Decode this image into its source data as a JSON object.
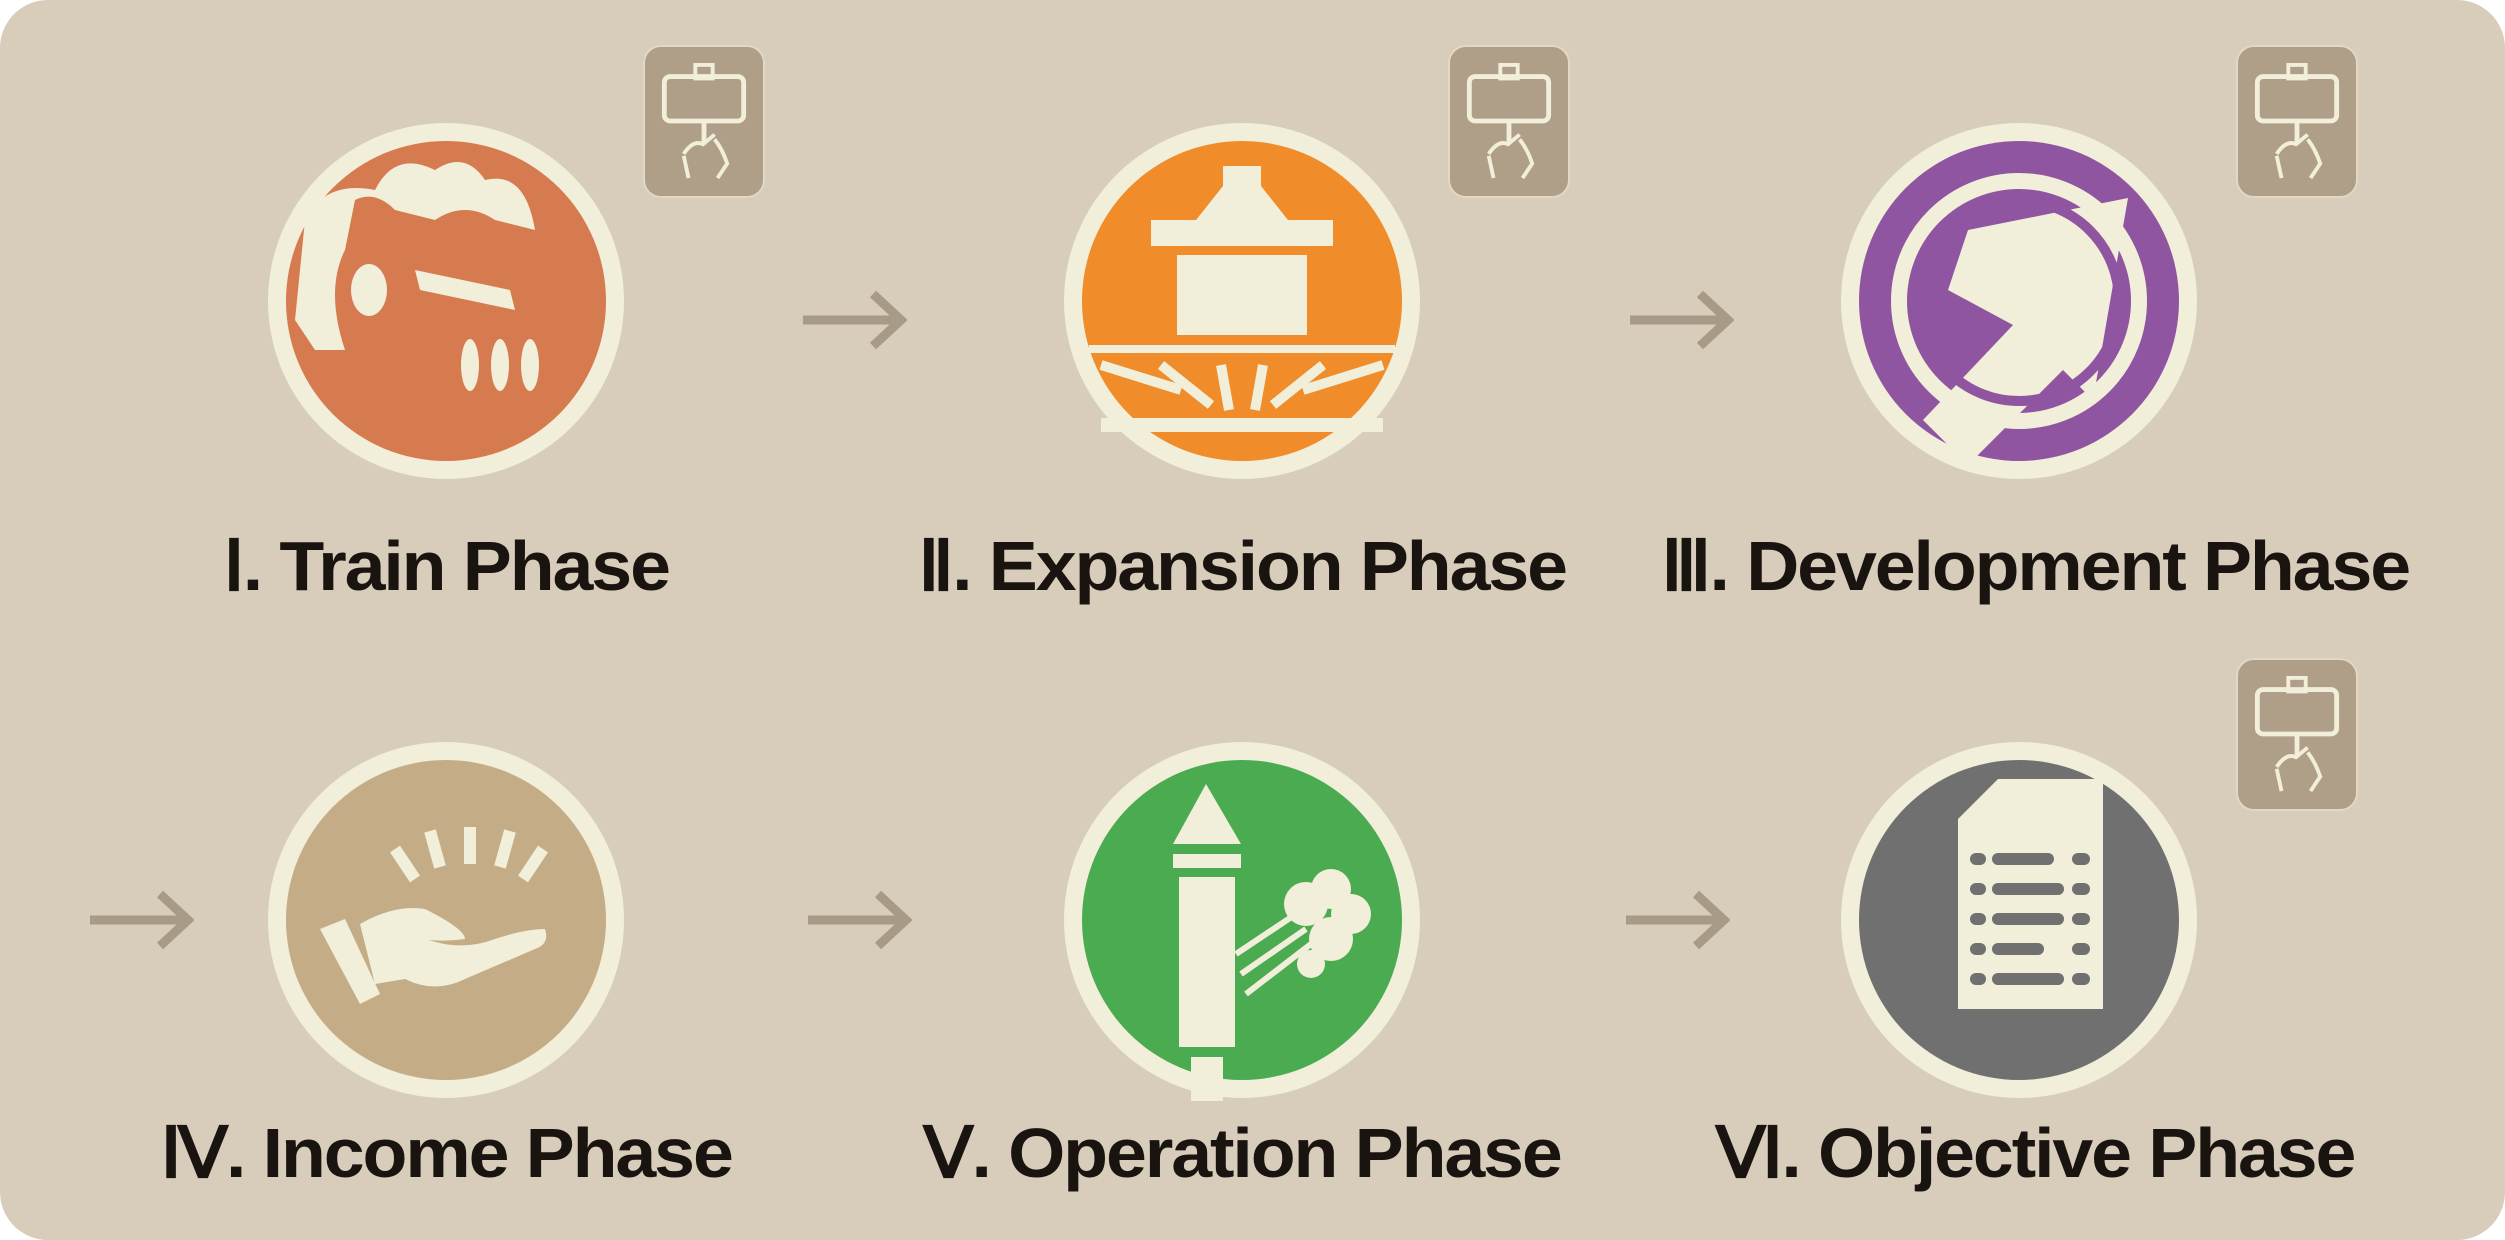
{
  "phases": [
    {
      "label": "Ⅰ. Train Phase",
      "color": "#d67a50",
      "icon": "train-icon",
      "has_badge": true
    },
    {
      "label": "Ⅱ. Expansion Phase",
      "color": "#f08c2a",
      "icon": "station-icon",
      "has_badge": true
    },
    {
      "label": "Ⅲ. Development Phase",
      "color": "#8f55a0",
      "icon": "upgrade-arrow-icon",
      "has_badge": true
    },
    {
      "label": "Ⅳ. Income Phase",
      "color": "#c4ad86",
      "icon": "coin-hand-icon",
      "has_badge": false
    },
    {
      "label": "Ⅴ. Operation Phase",
      "color": "#4aab50",
      "icon": "flare-icon",
      "has_badge": false
    },
    {
      "label": "Ⅵ. Objective Phase",
      "color": "#707070",
      "icon": "document-icon",
      "has_badge": true
    }
  ],
  "colors": {
    "background": "#d8ccbb",
    "cream": "#f1eed9",
    "badge": "#b09f88",
    "arrow": "#a89a85",
    "text": "#1a1410"
  }
}
